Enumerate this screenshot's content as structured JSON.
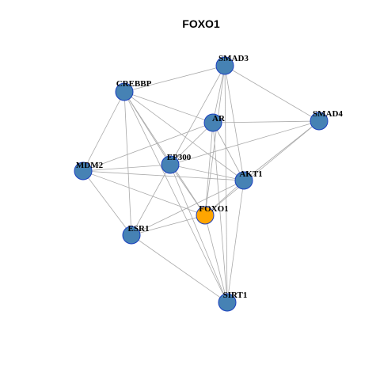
{
  "title": "FOXO1",
  "colors": {
    "node_fill": "#4682b4",
    "node_border": "#1a3fbf",
    "focus_fill": "#ffa500",
    "focus_border": "#333333",
    "edge": "#aaaaaa"
  },
  "nodes": [
    {
      "id": "SMAD3",
      "label": "SMAD3"
    },
    {
      "id": "CREBBP",
      "label": "CREBBP"
    },
    {
      "id": "SMAD4",
      "label": "SMAD4"
    },
    {
      "id": "AR",
      "label": "AR"
    },
    {
      "id": "EP300",
      "label": "EP300"
    },
    {
      "id": "MDM2",
      "label": "MDM2"
    },
    {
      "id": "AKT1",
      "label": "AKT1"
    },
    {
      "id": "FOXO1",
      "label": "FOXO1",
      "focus": true
    },
    {
      "id": "ESR1",
      "label": "ESR1"
    },
    {
      "id": "SIRT1",
      "label": "SIRT1"
    }
  ],
  "edges": [
    [
      "SMAD3",
      "CREBBP"
    ],
    [
      "SMAD3",
      "SMAD4"
    ],
    [
      "SMAD3",
      "AR"
    ],
    [
      "SMAD3",
      "EP300"
    ],
    [
      "SMAD3",
      "AKT1"
    ],
    [
      "SMAD3",
      "FOXO1"
    ],
    [
      "SMAD3",
      "SIRT1"
    ],
    [
      "CREBBP",
      "AR"
    ],
    [
      "CREBBP",
      "EP300"
    ],
    [
      "CREBBP",
      "MDM2"
    ],
    [
      "CREBBP",
      "AKT1"
    ],
    [
      "CREBBP",
      "FOXO1"
    ],
    [
      "CREBBP",
      "ESR1"
    ],
    [
      "CREBBP",
      "SIRT1"
    ],
    [
      "SMAD4",
      "AR"
    ],
    [
      "SMAD4",
      "EP300"
    ],
    [
      "SMAD4",
      "AKT1"
    ],
    [
      "SMAD4",
      "FOXO1"
    ],
    [
      "AR",
      "EP300"
    ],
    [
      "AR",
      "MDM2"
    ],
    [
      "AR",
      "AKT1"
    ],
    [
      "AR",
      "FOXO1"
    ],
    [
      "AR",
      "SIRT1"
    ],
    [
      "EP300",
      "MDM2"
    ],
    [
      "EP300",
      "AKT1"
    ],
    [
      "EP300",
      "FOXO1"
    ],
    [
      "EP300",
      "ESR1"
    ],
    [
      "EP300",
      "SIRT1"
    ],
    [
      "MDM2",
      "AKT1"
    ],
    [
      "MDM2",
      "ESR1"
    ],
    [
      "MDM2",
      "FOXO1"
    ],
    [
      "AKT1",
      "FOXO1"
    ],
    [
      "AKT1",
      "ESR1"
    ],
    [
      "AKT1",
      "SIRT1"
    ],
    [
      "FOXO1",
      "ESR1"
    ],
    [
      "FOXO1",
      "SIRT1"
    ],
    [
      "ESR1",
      "SIRT1"
    ]
  ]
}
